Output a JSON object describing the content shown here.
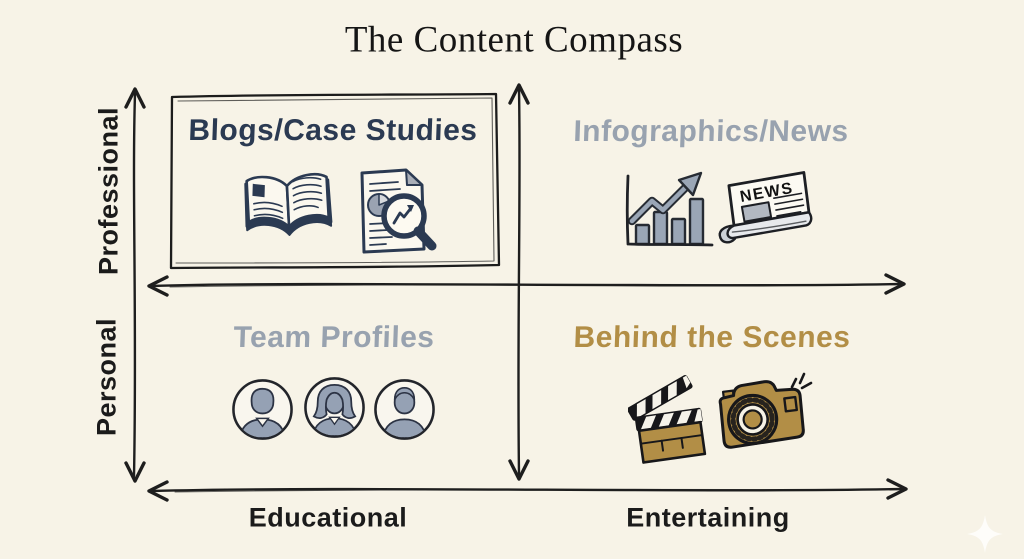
{
  "title": "The Content Compass",
  "palette": {
    "background": "#f7f3e7",
    "ink": "#1e1e1e",
    "navy": "#2b3a52",
    "slate": "#98a2af",
    "gold": "#b28e46",
    "icon_gray": "#9aa6b6"
  },
  "axes": {
    "vertical": {
      "top_label": "Professional",
      "bottom_label": "Personal"
    },
    "horizontal": {
      "left_label": "Educational",
      "right_label": "Entertaining"
    }
  },
  "quadrants": {
    "top_left": {
      "label": "Blogs/Case Studies",
      "boxed": true,
      "icons": [
        "open-book",
        "report-magnifier"
      ]
    },
    "top_right": {
      "label": "Infographics/News",
      "boxed": false,
      "icons": [
        "bar-chart-arrow",
        "newspaper"
      ]
    },
    "bottom_left": {
      "label": "Team Profiles",
      "boxed": false,
      "icons": [
        "avatar-man",
        "avatar-woman",
        "avatar-man"
      ]
    },
    "bottom_right": {
      "label": "Behind the Scenes",
      "boxed": false,
      "icons": [
        "clapperboard",
        "camera"
      ]
    }
  },
  "newspaper": {
    "masthead": "NEWS"
  }
}
